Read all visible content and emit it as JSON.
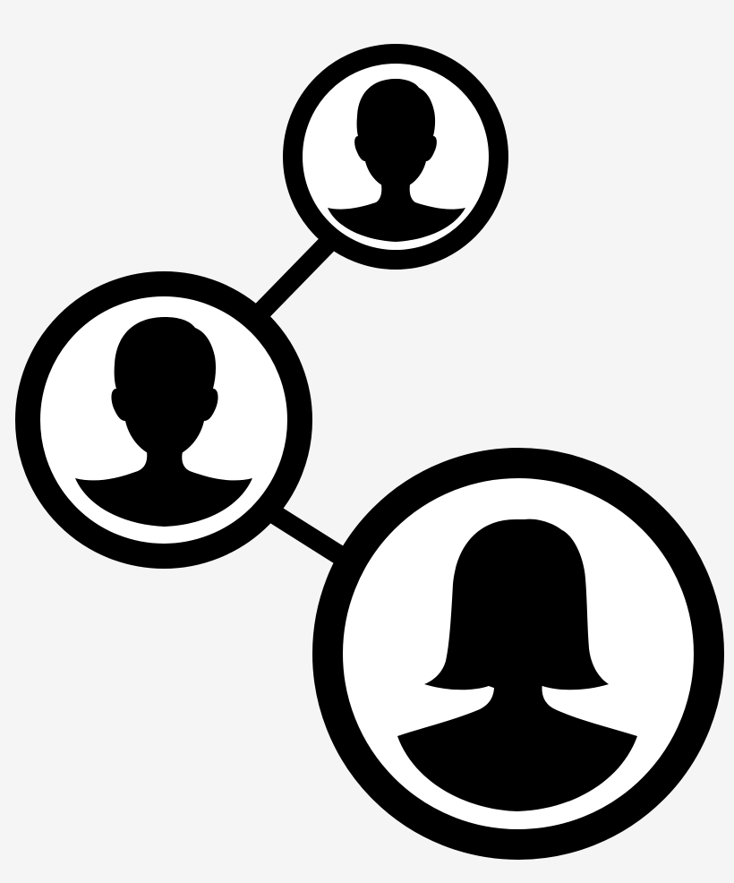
{
  "colors": {
    "background": "#f5f5f5",
    "ink": "#000000",
    "inner_fill": "#ffffff"
  },
  "icon": {
    "name": "social-network-icon",
    "nodes": [
      {
        "name": "top-person-node",
        "avatar": "male-avatar-icon"
      },
      {
        "name": "left-person-node",
        "avatar": "male-avatar-icon"
      },
      {
        "name": "bottom-person-node",
        "avatar": "female-avatar-icon"
      }
    ],
    "connections": [
      {
        "from": "top-person-node",
        "to": "left-person-node"
      },
      {
        "from": "left-person-node",
        "to": "bottom-person-node"
      }
    ]
  }
}
